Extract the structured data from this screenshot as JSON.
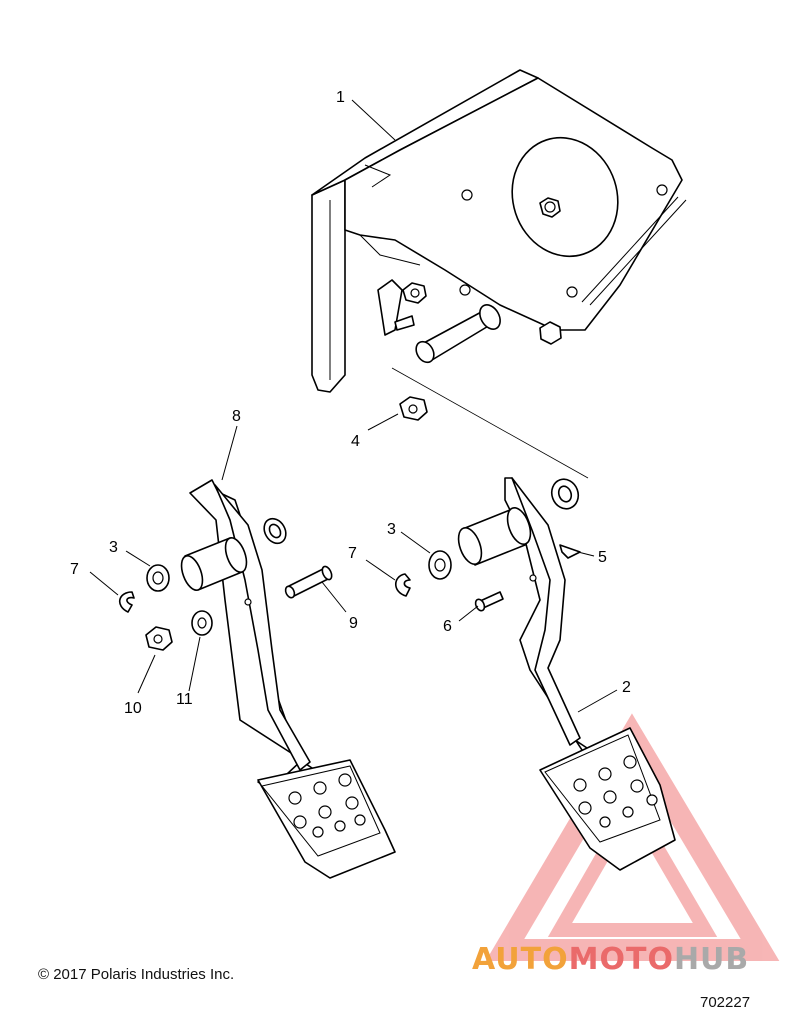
{
  "diagram": {
    "callouts": [
      {
        "id": "1",
        "label": "1"
      },
      {
        "id": "2",
        "label": "2"
      },
      {
        "id": "3a",
        "label": "3"
      },
      {
        "id": "3b",
        "label": "3"
      },
      {
        "id": "4",
        "label": "4"
      },
      {
        "id": "5",
        "label": "5"
      },
      {
        "id": "6",
        "label": "6"
      },
      {
        "id": "7a",
        "label": "7"
      },
      {
        "id": "7b",
        "label": "7"
      },
      {
        "id": "8",
        "label": "8"
      },
      {
        "id": "9",
        "label": "9"
      },
      {
        "id": "10",
        "label": "10"
      },
      {
        "id": "11",
        "label": "11"
      }
    ]
  },
  "footer": {
    "copyright": "© 2017 Polaris Industries Inc.",
    "drawing_number": "702227"
  },
  "watermark": {
    "part_a": "AUTO",
    "part_b": "MOTO",
    "part_c": "HUB",
    "colors": {
      "auto": "#f2a23a",
      "moto": "#ea6a6a",
      "hub": "#a9a9a9",
      "triangle": "#f07a7a"
    }
  }
}
